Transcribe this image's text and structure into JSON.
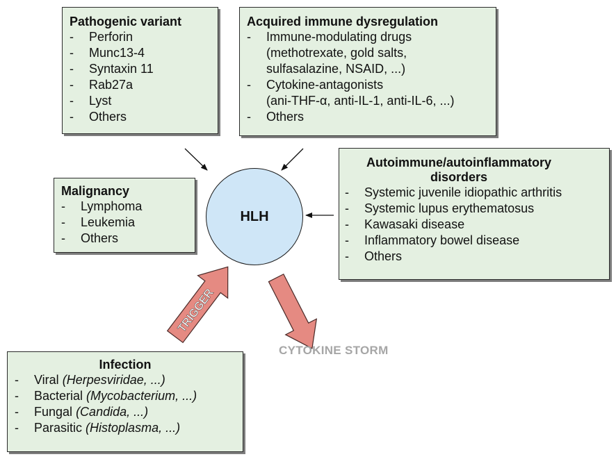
{
  "center": {
    "label": "HLH"
  },
  "pathogenic": {
    "title": "Pathogenic variant",
    "items": [
      "Perforin",
      "Munc13-4",
      "Syntaxin 11",
      "Rab27a",
      "Lyst",
      "Others"
    ]
  },
  "acquired": {
    "title": "Acquired immune dysregulation",
    "items": [
      {
        "lines": [
          "Immune-modulating drugs",
          "(methotrexate, gold salts,",
          "sulfasalazine, NSAID, ...)"
        ]
      },
      {
        "lines": [
          "Cytokine-antagonists",
          "(ani-THF-α, anti-IL-1, anti-IL-6, ...)"
        ]
      },
      {
        "lines": [
          "Others"
        ]
      }
    ]
  },
  "malignancy": {
    "title": "Malignancy",
    "items": [
      "Lymphoma",
      "Leukemia",
      "Others"
    ]
  },
  "autoimmune": {
    "title_line1": "Autoimmune/autoinflammatory",
    "title_line2": "disorders",
    "items": [
      "Systemic juvenile idiopathic arthritis",
      "Systemic lupus erythematosus",
      "Kawasaki disease",
      "Inflammatory bowel disease",
      "Others"
    ]
  },
  "infection": {
    "title": "Infection",
    "items": [
      {
        "name": "Viral",
        "example": "(Herpesviridae, ...)"
      },
      {
        "name": "Bacterial",
        "example": "(Mycobacterium, ...)"
      },
      {
        "name": "Fungal",
        "example": "(Candida, ...)"
      },
      {
        "name": "Parasitic",
        "example": "(Histoplasma, ...)"
      }
    ]
  },
  "trigger": {
    "label": "TRIGGER"
  },
  "outcome": {
    "label": "CYTOKINE STORM"
  },
  "colors": {
    "box_fill": "#e4f0e1",
    "circle_fill": "#cfe6f7",
    "fat_arrow_fill": "#e58a82",
    "outcome_text": "#a6a6a6"
  }
}
